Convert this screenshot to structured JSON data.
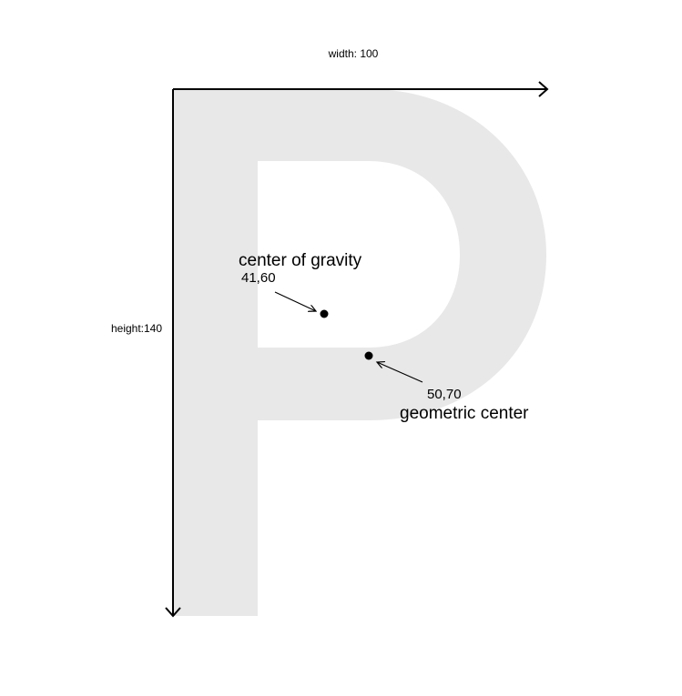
{
  "colors": {
    "glyph_fill": "#e8e8e8",
    "ink": "#000000",
    "background": "#ffffff"
  },
  "glyph": {
    "letter": "P"
  },
  "labels": {
    "width": "width: 100",
    "height": "height:140"
  },
  "points": {
    "center_of_gravity": {
      "title": "center of gravity",
      "coords": "41,60"
    },
    "geometric_center": {
      "title": "geometric center",
      "coords": "50,70"
    }
  }
}
